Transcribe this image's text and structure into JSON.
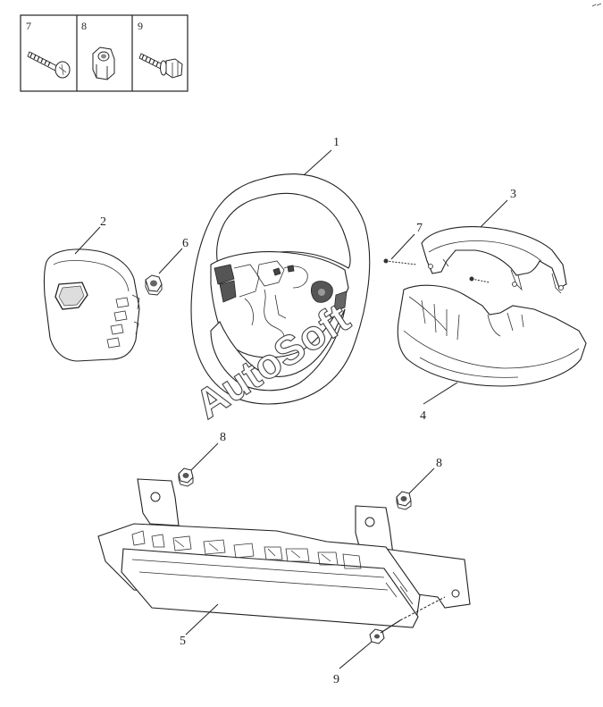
{
  "legend": [
    {
      "number": "7",
      "icon": "screw-icon"
    },
    {
      "number": "8",
      "icon": "nut-icon"
    },
    {
      "number": "9",
      "icon": "bolt-icon"
    }
  ],
  "callouts": {
    "c1": "1",
    "c2": "2",
    "c3": "3",
    "c4": "4",
    "c5": "5",
    "c6": "6",
    "c7": "7",
    "c8a": "8",
    "c8b": "8",
    "c9": "9"
  },
  "watermark": "AutoSoft"
}
